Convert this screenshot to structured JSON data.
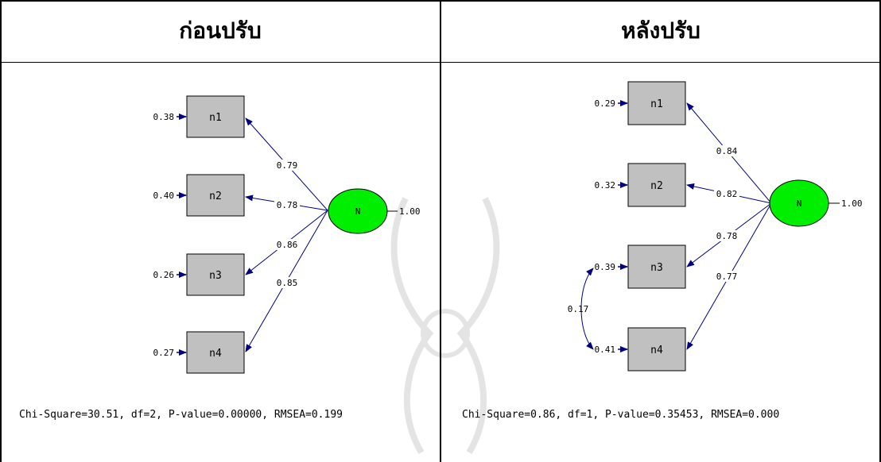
{
  "headers": {
    "before": "ก่อนปรับ",
    "after": "หลังปรับ"
  },
  "colors": {
    "latent_fill": "#00ee00",
    "observed_fill": "#c0c0c0",
    "arrow": "#000080",
    "border": "#000000"
  },
  "before": {
    "latent": {
      "label": "N",
      "variance": "1.00"
    },
    "indicators": [
      {
        "label": "n1",
        "error": "0.38",
        "loading": "0.79"
      },
      {
        "label": "n2",
        "error": "0.40",
        "loading": "0.78"
      },
      {
        "label": "n3",
        "error": "0.26",
        "loading": "0.86"
      },
      {
        "label": "n4",
        "error": "0.27",
        "loading": "0.85"
      }
    ],
    "fit": "Chi-Square=30.51, df=2, P-value=0.00000, RMSEA=0.199"
  },
  "after": {
    "latent": {
      "label": "N",
      "variance": "1.00"
    },
    "indicators": [
      {
        "label": "n1",
        "error": "0.29",
        "loading": "0.84"
      },
      {
        "label": "n2",
        "error": "0.32",
        "loading": "0.82"
      },
      {
        "label": "n3",
        "error": "0.39",
        "loading": "0.78"
      },
      {
        "label": "n4",
        "error": "0.41",
        "loading": "0.77"
      }
    ],
    "error_covariance": {
      "between": [
        "n3",
        "n4"
      ],
      "value": "0.17"
    },
    "fit": "Chi-Square=0.86, df=1, P-value=0.35453, RMSEA=0.000"
  }
}
